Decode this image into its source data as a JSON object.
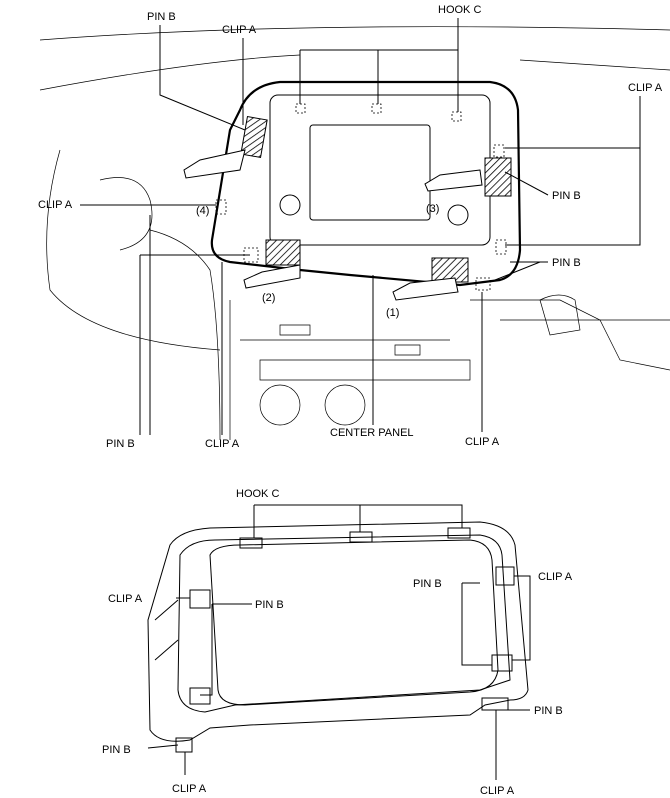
{
  "top_view": {
    "labels": {
      "pin_b_top_left": "PIN B",
      "clip_a_top_left": "CLIP A",
      "hook_c": "HOOK C",
      "clip_a_right": "CLIP A",
      "clip_a_left": "CLIP A",
      "pin_b_right_upper": "PIN B",
      "pin_b_right_lower": "PIN B",
      "step_4": "(4)",
      "step_3": "(3)",
      "step_2": "(2)",
      "step_1": "(1)",
      "pin_b_bottom_left": "PIN B",
      "clip_a_bottom_left": "CLIP A",
      "center_panel": "CENTER PANEL",
      "clip_a_bottom_right": "CLIP A"
    }
  },
  "bottom_view": {
    "labels": {
      "hook_c": "HOOK C",
      "clip_a_left": "CLIP A",
      "pin_b_left_mid": "PIN B",
      "pin_b_right_mid": "PIN B",
      "clip_a_right": "CLIP A",
      "pin_b_bottom_right": "PIN B",
      "pin_b_bottom_left": "PIN B",
      "clip_a_bottom_left": "CLIP A",
      "clip_a_bottom_right": "CLIP A"
    }
  }
}
